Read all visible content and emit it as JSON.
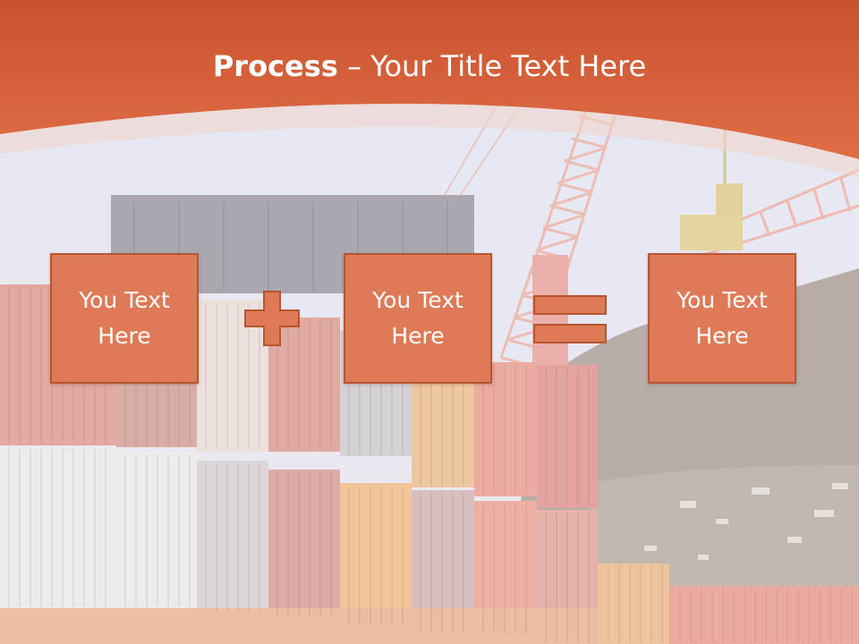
{
  "slide": {
    "title_bold": "Process",
    "title_rest": " – Your Title Text Here",
    "boxes": [
      {
        "line1": "You Text",
        "line2": "Here"
      },
      {
        "line1": "You Text",
        "line2": "Here"
      },
      {
        "line1": "You Text",
        "line2": "Here"
      }
    ],
    "operators": [
      "plus-icon",
      "equals-icon"
    ]
  },
  "colors": {
    "banner": "#d5603a",
    "box_fill": "#de7a55",
    "box_border": "#b65532",
    "sky": "#dde3ef"
  }
}
